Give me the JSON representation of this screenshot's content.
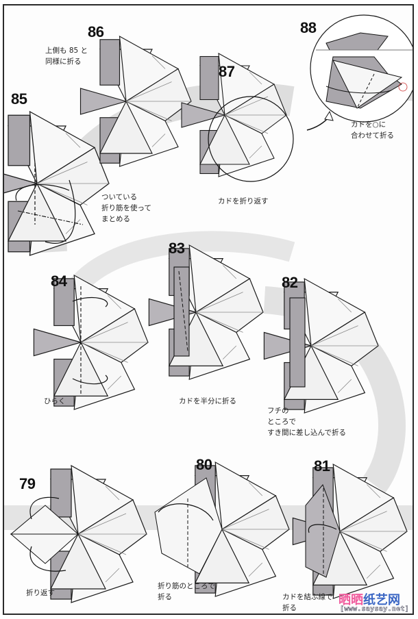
{
  "diagram": {
    "type": "origami-instructions",
    "colors": {
      "paper_back": "#a9a6ab",
      "paper_front": "#f6f6f6",
      "line": "#1a1a1a",
      "band": "#d8d8d8"
    },
    "steps": [
      {
        "number": "86",
        "note": "上側も 85 と\n同様に折る"
      },
      {
        "number": "87",
        "note": "カドを折り返す"
      },
      {
        "number": "88",
        "note": "カドを○に\n合わせて折る"
      },
      {
        "number": "85",
        "note": "ついている\n折り筋を使って\nまとめる"
      },
      {
        "number": "84",
        "note": "ひらく"
      },
      {
        "number": "83",
        "note": "カドを半分に折る"
      },
      {
        "number": "82",
        "note": "フチの\nところで\nすき間に差し込んで折る"
      },
      {
        "number": "79",
        "note": "折り返す"
      },
      {
        "number": "80",
        "note": "折り筋のところで\n折る"
      },
      {
        "number": "81",
        "note": "カドを結ぶ線で\n折る"
      }
    ]
  },
  "watermark": {
    "site_name_part1": "晒晒",
    "site_name_part2": "纸艺网",
    "url": "[www.saysay.net]"
  }
}
